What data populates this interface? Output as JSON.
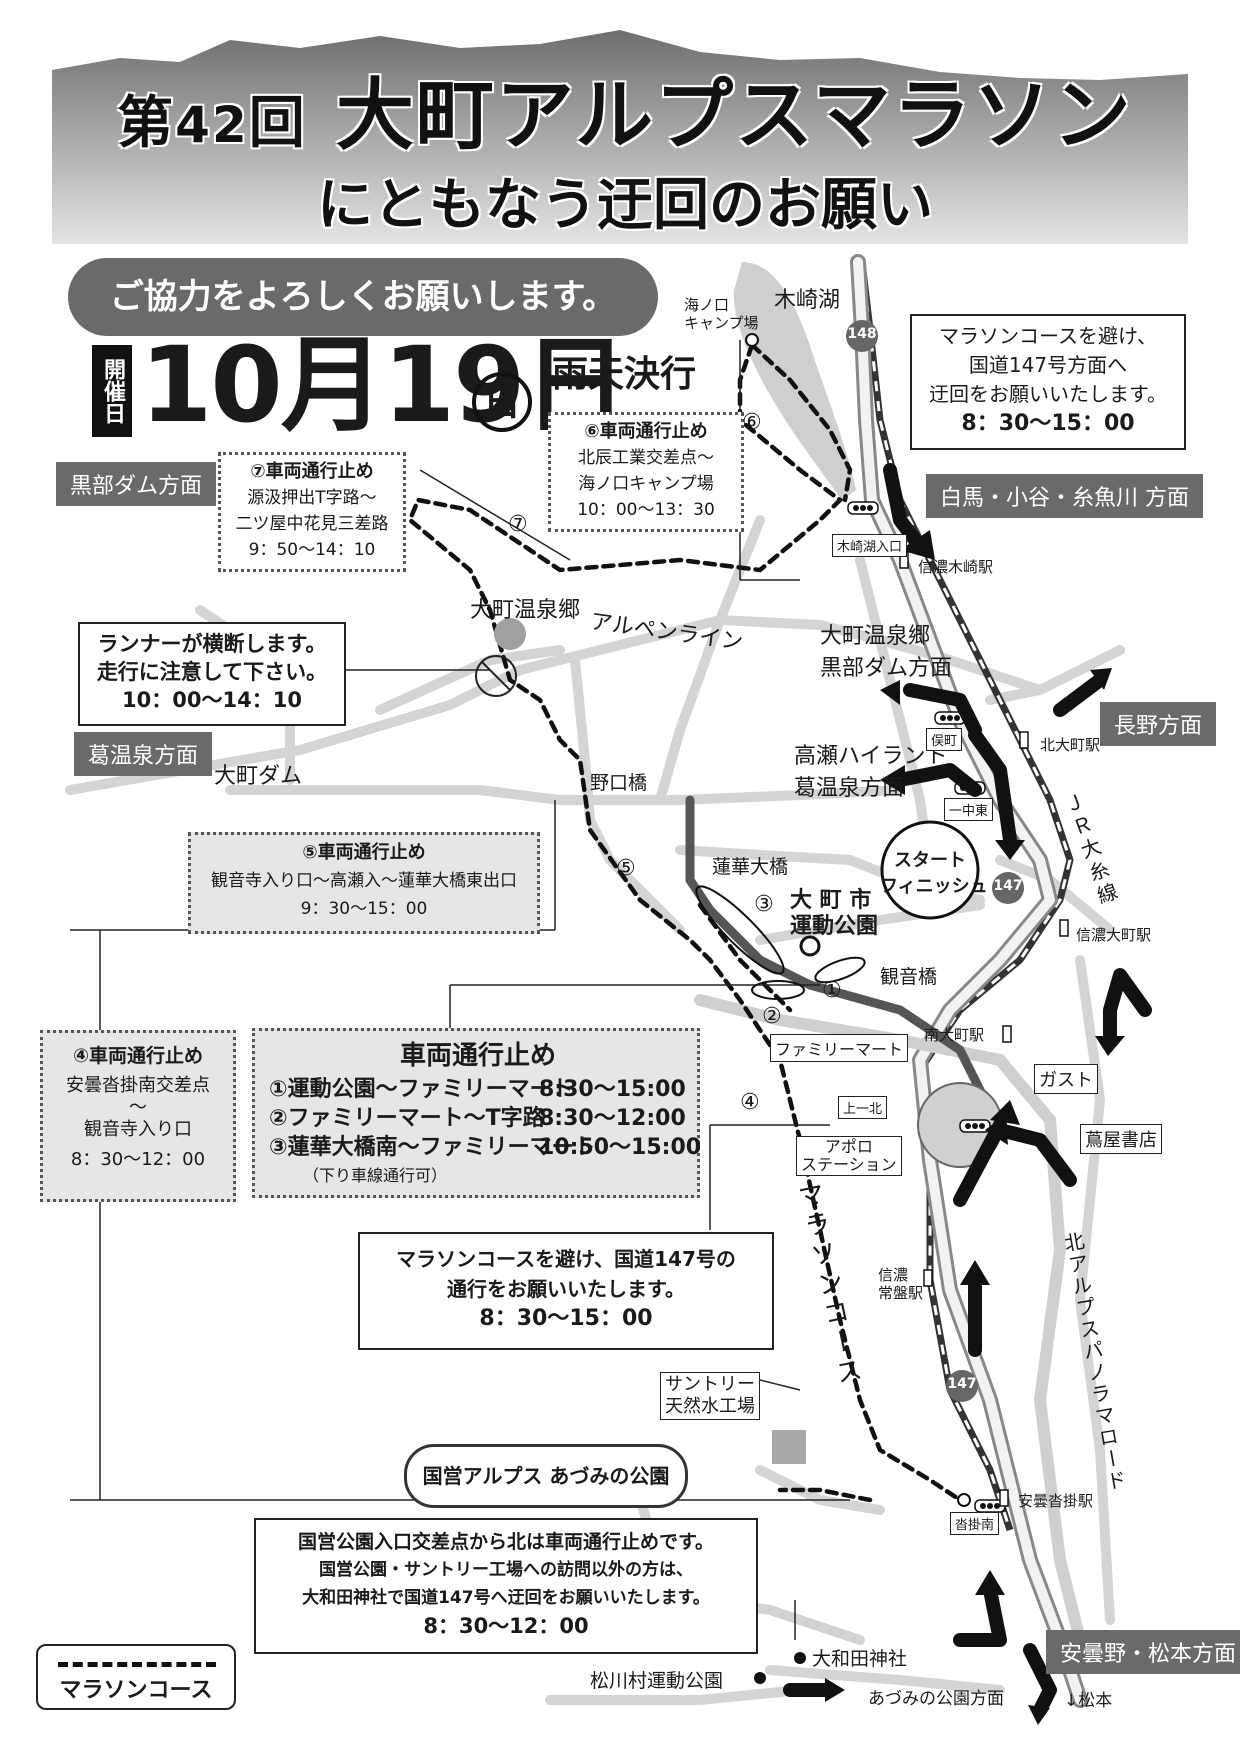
{
  "title": {
    "prefix_1": "第",
    "number": "42",
    "prefix_2": "回",
    "main": "大町アルプスマラソン",
    "subtitle": "にともなう迂回のお願い"
  },
  "cooperation": "ご協力をよろしくお願いします。",
  "date": {
    "tag": "開催日",
    "text": "10月19日",
    "weekday": "日"
  },
  "rain": "雨天決行",
  "places": {
    "lake": "木崎湖",
    "camp": "海ノ口\nキャンプ場",
    "onsen": "大町温泉郷",
    "alpen": "アルペンライン",
    "dam": "大町ダム",
    "noguchi": "野口橋",
    "renge": "蓮華大橋",
    "park_line1": "大 町 市",
    "park_line2": "運動公園",
    "kannon": "観音橋",
    "family": "ファミリーマート",
    "gusto": "ガスト",
    "tsutaya": "蔦屋書店",
    "apollo_1": "アポロ",
    "apollo_2": "ステーション",
    "suntory_1": "サントリー",
    "suntory_2": "天然水工場",
    "kokuei_park": "国営アルプス あづみの公園",
    "owada": "大和田神社",
    "matsukawa": "松川村運動公園",
    "azumino_park": "あづみの公園方面",
    "matsumoto": "↓松本",
    "marathon_course": "マラソンコース",
    "jr": "ＪＲ大糸線",
    "panorama": "北アルプスパノラマロード",
    "start_1": "スタート",
    "start_2": "フィニッシュ"
  },
  "stations": {
    "kizaki": "信濃木崎駅",
    "kitaomachi": "北大町駅",
    "shinano_omachi": "信濃大町駅",
    "minami_omachi": "南大町駅",
    "tokiwa_1": "信濃",
    "tokiwa_2": "常盤駅",
    "azumi_oiwake": "安曇沓掛駅"
  },
  "intersections": {
    "kizaki_iriguchi": "木崎湖入口",
    "matamachi": "俣町",
    "ichichuto": "一中東",
    "kamiichi": "上一北",
    "kutsukake_minami": "沓掛南"
  },
  "routes": {
    "r148": "148",
    "r147a": "147",
    "r147b": "147"
  },
  "directions": {
    "kurobe_dam": "黒部ダム方面",
    "kuzu_onsen": "葛温泉方面",
    "hakuba": "白馬・小谷・糸魚川 方面",
    "nagano": "長野方面",
    "azumino_matsumoto": "安曇野・松本方面",
    "onsen_kurobe_1": "大町温泉郷",
    "onsen_kurobe_2": "黒部ダム方面",
    "takase_1": "高瀬ハイラント",
    "takase_2": "葛温泉方面"
  },
  "notices": {
    "avoid_top": {
      "line1": "マラソンコースを避け、",
      "line2": "国道147号方面へ",
      "line3": "迂回をお願いいたします。",
      "time": "8：30～15：00"
    },
    "runner": {
      "line1": "ランナーが横断します。",
      "line2": "走行に注意して下さい。",
      "time": "10：00～14：10"
    },
    "avoid_mid": {
      "line1": "マラソンコースを避け、国道147号の",
      "line2": "通行をお願いいたします。",
      "time": "8：30～15：00"
    },
    "kokuei": {
      "line1": "国営公園入口交差点から北は車両通行止めです。",
      "line2": "国営公園・サントリー工場への訪問以外の方は、",
      "line3": "大和田神社で国道147号へ迂回をお願いいたします。",
      "time": "8：30～12：00"
    }
  },
  "closures": {
    "c7": {
      "title": "⑦車両通行止め",
      "line1": "源汲押出T字路～",
      "line2": "二ツ屋中花見三差路",
      "time": "9：50～14：10"
    },
    "c6": {
      "title": "⑥車両通行止め",
      "line1": "北辰工業交差点～",
      "line2": "海ノ口キャンプ場",
      "time": "10：00～13：30"
    },
    "c5": {
      "title": "⑤車両通行止め",
      "line1": "観音寺入り口～高瀬入～蓮華大橋東出口",
      "time": "9：30～15：00"
    },
    "c4": {
      "title": "④車両通行止め",
      "line1": "安曇沓掛南交差点",
      "line2": "～",
      "line3": "観音寺入り口",
      "time": "8：30～12：00"
    },
    "main": {
      "title": "車両通行止め",
      "rows": [
        {
          "label": "①運動公園～ファミリーマート",
          "time": "8:30～15:00"
        },
        {
          "label": "②ファミリーマート～T字路",
          "time": "8:30～12:00"
        },
        {
          "label": "③蓮華大橋南～ファミリーマート",
          "time": "10:50～15:00"
        }
      ],
      "note": "（下り車線通行可）"
    }
  },
  "markers": {
    "m1": "①",
    "m2": "②",
    "m3": "③",
    "m4": "④",
    "m5": "⑤",
    "m6": "⑥",
    "m7": "⑦"
  },
  "legend": "マラソンコース"
}
